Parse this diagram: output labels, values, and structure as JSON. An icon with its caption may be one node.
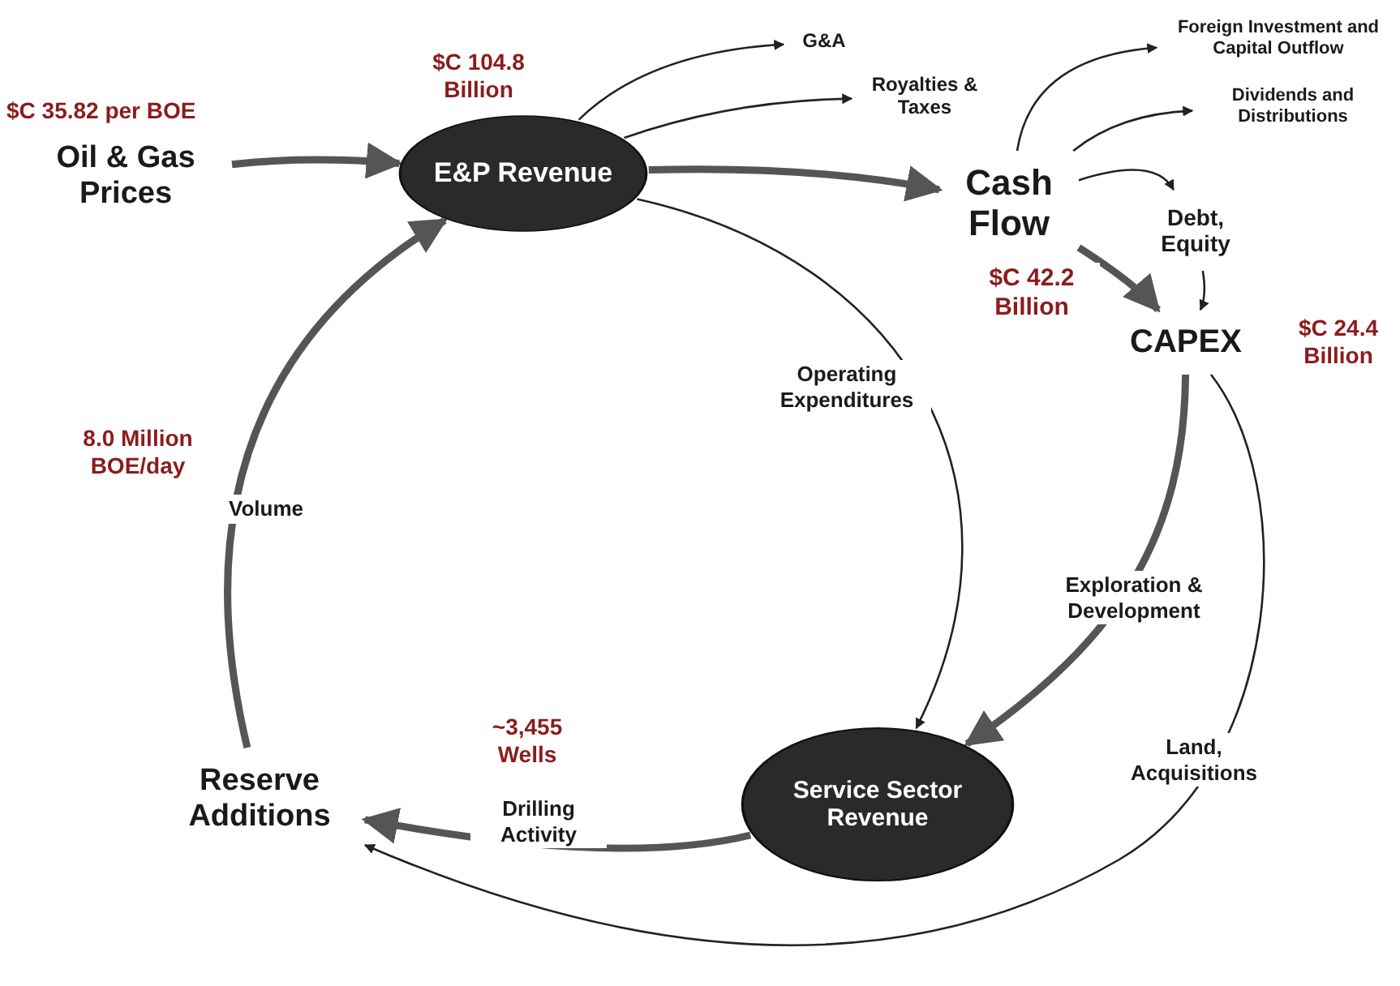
{
  "diagram": {
    "nodes": [
      {
        "text": [
          "Oil & Gas Prices"
        ],
        "beside": [
          "$C 35.82 per BOE"
        ]
      },
      {
        "text": [
          "E&P Revenue"
        ],
        "beside": [
          "$C 104.8 Billion"
        ]
      },
      {
        "text": [
          "G&A"
        ]
      },
      {
        "text": [
          "Royalties & Taxes"
        ]
      },
      {
        "text": [
          "Cash Flow"
        ]
      },
      {
        "text": [
          "Foreign Investment and Capital Outflow"
        ]
      },
      {
        "text": [
          "Dividends and Distributions"
        ]
      },
      {
        "text": [
          "Debt, Equity"
        ]
      },
      {
        "text": [
          "CAPEX"
        ],
        "beside": [
          "$C 24.4 Billion"
        ]
      },
      {
        "text": [
          "Service Sector Revenue"
        ]
      },
      {
        "text": [
          "Reserve Additions"
        ]
      }
    ],
    "edges": [
      {
        "from": 0,
        "to": 1,
        "arrow": "to",
        "style": "thick"
      },
      {
        "from": 10,
        "to": 1,
        "arrow": "to",
        "label": "Volume",
        "style": "thick"
      },
      {
        "from": 1,
        "to": 2,
        "arrow": "to"
      },
      {
        "from": 1,
        "to": 3,
        "arrow": "to"
      },
      {
        "from": 1,
        "to": 4,
        "arrow": "to",
        "style": "thick"
      },
      {
        "from": 1,
        "to": 9,
        "arrow": "to",
        "label": "Operating Expenditures"
      },
      {
        "from": 4,
        "to": 5,
        "arrow": "to"
      },
      {
        "from": 4,
        "to": 6,
        "arrow": "to"
      },
      {
        "from": 4,
        "to": 7,
        "arrow": "to"
      },
      {
        "from": 4,
        "to": 8,
        "arrow": "to",
        "label": "$C 42.2 Billion",
        "style": "thick"
      },
      {
        "from": 7,
        "to": 8,
        "arrow": "to"
      },
      {
        "from": 8,
        "to": 9,
        "arrow": "to",
        "label": "Exploration & Development",
        "style": "thick"
      },
      {
        "from": 8,
        "to": 10,
        "arrow": "to",
        "label": "Land, Acquisitions"
      },
      {
        "from": 9,
        "to": 10,
        "arrow": "to",
        "label": "Drilling Activity",
        "style": "thick"
      }
    ],
    "labels": [
      "8.0 Million BOE/day",
      "~3,455 Wells"
    ]
  }
}
